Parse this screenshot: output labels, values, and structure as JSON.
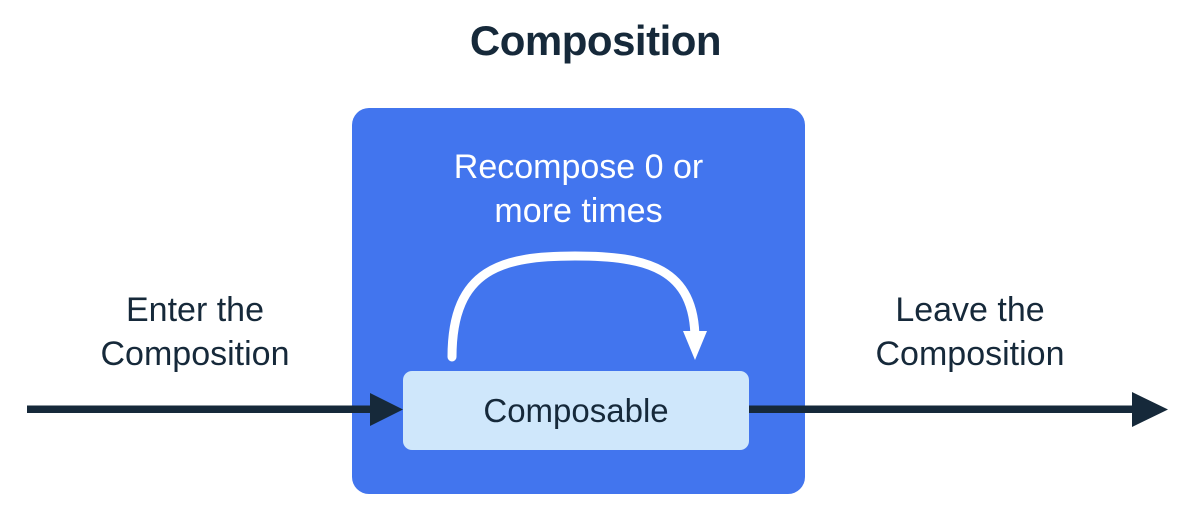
{
  "diagram": {
    "title": "Composition",
    "type": "flow-diagram",
    "colors": {
      "ink": "#16293a",
      "composition_blue": "#4275ee",
      "composable_light_blue": "#cfe7fb",
      "arrow_dark": "#16293a",
      "recompose_arrow": "#ffffff",
      "background": "#ffffff"
    }
  },
  "composition_box": {
    "label_lines": [
      "Recompose 0 or",
      "more times"
    ],
    "recompose_text_full": "Recompose 0 or more times"
  },
  "composable_box": {
    "label": "Composable"
  },
  "enter_label": {
    "lines": [
      "Enter the",
      "Composition"
    ],
    "text_full": "Enter the Composition"
  },
  "leave_label": {
    "lines": [
      "Leave the",
      "Composition"
    ],
    "text_full": "Leave the Composition"
  },
  "arrows": {
    "enter_arrow_name": "enter-composition-arrow",
    "leave_arrow_name": "leave-composition-arrow",
    "recompose_arrow_name": "recompose-loop-arrow"
  }
}
